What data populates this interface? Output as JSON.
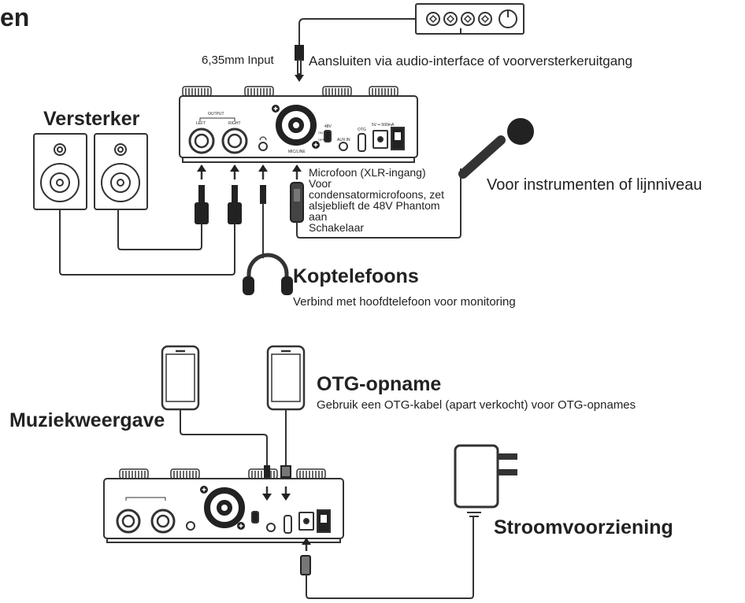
{
  "corner_text": "en",
  "top": {
    "input_label": "6,35mm Input",
    "interface_label": "Aansluiten via audio-interface of voorversterkeruitgang",
    "amp_title": "Versterker",
    "instrument_label": "Voor instrumenten of lijnniveau",
    "mic_note": [
      "Microfoon (XLR-ingang)",
      "Voor",
      "condensatormicrofoons, zet",
      "alsjeblieft de 48V Phantom",
      "aan",
      "Schakelaar"
    ],
    "headphones_title": "Koptelefoons",
    "headphones_subtitle": "Verbind met hoofdtelefoon voor monitoring"
  },
  "bottom": {
    "otg_title": "OTG-opname",
    "otg_subtitle": "Gebruik een OTG-kabel (apart verkocht) voor OTG-opnames",
    "music_title": "Muziekweergave",
    "power_title": "Stroomvoorziening"
  },
  "device": {
    "output": "OUTPUT",
    "left": "LEFT",
    "right": "RIGHT",
    "mic_line": "MIC/LINE",
    "v48": "48V",
    "on": "ON",
    "off": "OFF",
    "aux_in": "AUX IN",
    "otg": "OTG",
    "power_spec": "5V ═ 500mA"
  },
  "colors": {
    "line": "#333333",
    "fill": "#ffffff",
    "dark": "#222222"
  }
}
